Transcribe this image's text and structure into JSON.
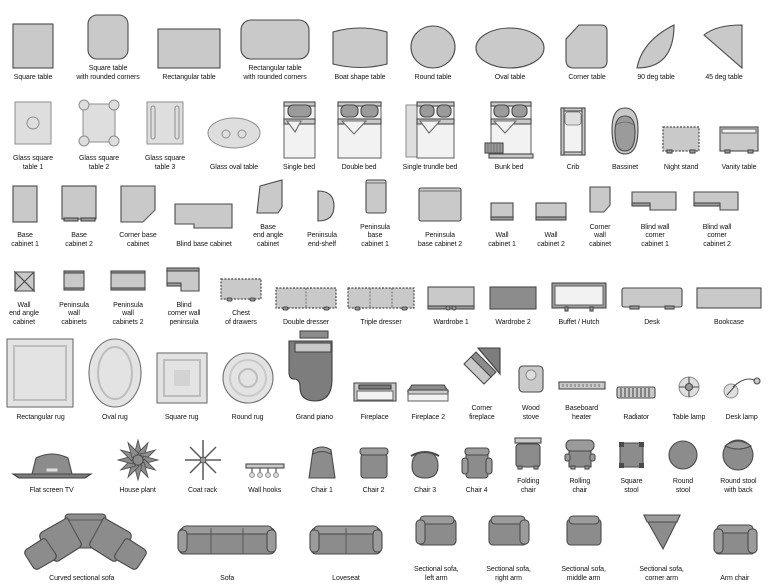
{
  "document": {
    "title": "Floor plan furniture symbol library",
    "type": "symbol-sheet",
    "background_color": "#ffffff",
    "shape_fill": "#c9c9c9",
    "shape_stroke": "#4a4a4a",
    "label_color": "#141414"
  },
  "rows": [
    {
      "name": "tables",
      "items": [
        {
          "label": "Square table",
          "icon": "square-table-icon"
        },
        {
          "label": "Square table\nwith rounded corners",
          "icon": "square-table-rounded-icon"
        },
        {
          "label": "Rectangular table",
          "icon": "rectangular-table-icon"
        },
        {
          "label": "Rectangular table\nwith rounded corners",
          "icon": "rectangular-table-rounded-icon"
        },
        {
          "label": "Boat shape table",
          "icon": "boat-shape-table-icon"
        },
        {
          "label": "Round table",
          "icon": "round-table-icon"
        },
        {
          "label": "Oval table",
          "icon": "oval-table-icon"
        },
        {
          "label": "Corner table",
          "icon": "corner-table-icon"
        },
        {
          "label": "90 deg table",
          "icon": "90-deg-table-icon"
        },
        {
          "label": "45 deg table",
          "icon": "45-deg-table-icon"
        }
      ]
    },
    {
      "name": "glass-tables-and-beds",
      "items": [
        {
          "label": "Glass square\ntable 1",
          "icon": "glass-square-table-1-icon"
        },
        {
          "label": "Glass square\ntable 2",
          "icon": "glass-square-table-2-icon"
        },
        {
          "label": "Glass square\ntable 3",
          "icon": "glass-square-table-3-icon"
        },
        {
          "label": "Glass oval table",
          "icon": "glass-oval-table-icon"
        },
        {
          "label": "Single bed",
          "icon": "single-bed-icon"
        },
        {
          "label": "Double bed",
          "icon": "double-bed-icon"
        },
        {
          "label": "Single trundle bed",
          "icon": "single-trundle-bed-icon"
        },
        {
          "label": "Bunk bed",
          "icon": "bunk-bed-icon"
        },
        {
          "label": "Crib",
          "icon": "crib-icon"
        },
        {
          "label": "Bassinet",
          "icon": "bassinet-icon"
        },
        {
          "label": "Night stand",
          "icon": "night-stand-icon"
        },
        {
          "label": "Vanity table",
          "icon": "vanity-table-icon"
        }
      ]
    },
    {
      "name": "cabinets",
      "items": [
        {
          "label": "Base\ncabinet 1",
          "icon": "base-cabinet-1-icon"
        },
        {
          "label": "Base\ncabinet 2",
          "icon": "base-cabinet-2-icon"
        },
        {
          "label": "Corner base\ncabinet",
          "icon": "corner-base-cabinet-icon"
        },
        {
          "label": "Blind base cabinet",
          "icon": "blind-base-cabinet-icon"
        },
        {
          "label": "Base\nend angle\ncabinet",
          "icon": "base-end-angle-cabinet-icon"
        },
        {
          "label": "Peninsula\nend-shelf",
          "icon": "peninsula-end-shelf-icon"
        },
        {
          "label": "Peninsula\nbase\ncabinet 1",
          "icon": "peninsula-base-cabinet-1-icon"
        },
        {
          "label": "Peninsula\nbase cabinet 2",
          "icon": "peninsula-base-cabinet-2-icon"
        },
        {
          "label": "Wall\ncabinet 1",
          "icon": "wall-cabinet-1-icon"
        },
        {
          "label": "Wall\ncabinet 2",
          "icon": "wall-cabinet-2-icon"
        },
        {
          "label": "Corner\nwall\ncabinet",
          "icon": "corner-wall-cabinet-icon"
        },
        {
          "label": "Blind wall\ncorner\ncabinet 1",
          "icon": "blind-wall-corner-cabinet-1-icon"
        },
        {
          "label": "Blind wall\ncorner\ncabinet 2",
          "icon": "blind-wall-corner-cabinet-2-icon"
        }
      ]
    },
    {
      "name": "wall-cabinets-and-storage",
      "items": [
        {
          "label": "Wall\nend angle\ncabinet",
          "icon": "wall-end-angle-cabinet-icon"
        },
        {
          "label": "Peninsula\nwall\ncabinets",
          "icon": "peninsula-wall-cabinets-icon"
        },
        {
          "label": "Peninsula\nwall\ncabinets 2",
          "icon": "peninsula-wall-cabinets-2-icon"
        },
        {
          "label": "Blind\ncorner wall\npeninsula",
          "icon": "blind-corner-wall-peninsula-icon"
        },
        {
          "label": "Chest\nof drawers",
          "icon": "chest-of-drawers-icon"
        },
        {
          "label": "Double dresser",
          "icon": "double-dresser-icon"
        },
        {
          "label": "Triple dresser",
          "icon": "triple-dresser-icon"
        },
        {
          "label": "Wardrobe 1",
          "icon": "wardrobe-1-icon"
        },
        {
          "label": "Wardrobe 2",
          "icon": "wardrobe-2-icon"
        },
        {
          "label": "Buffet / Hutch",
          "icon": "buffet-hutch-icon"
        },
        {
          "label": "Desk",
          "icon": "desk-icon"
        },
        {
          "label": "Bookcase",
          "icon": "bookcase-icon"
        }
      ]
    },
    {
      "name": "rugs-piano-fireplaces",
      "items": [
        {
          "label": "Rectangular rug",
          "icon": "rectangular-rug-icon"
        },
        {
          "label": "Oval rug",
          "icon": "oval-rug-icon"
        },
        {
          "label": "Square rug",
          "icon": "square-rug-icon"
        },
        {
          "label": "Round rug",
          "icon": "round-rug-icon"
        },
        {
          "label": "Grand piano",
          "icon": "grand-piano-icon"
        },
        {
          "label": "Fireplace",
          "icon": "fireplace-icon"
        },
        {
          "label": "Fireplace 2",
          "icon": "fireplace-2-icon"
        },
        {
          "label": "Corner\nfireplace",
          "icon": "corner-fireplace-icon"
        },
        {
          "label": "Wood\nstove",
          "icon": "wood-stove-icon"
        },
        {
          "label": "Baseboard\nheater",
          "icon": "baseboard-heater-icon"
        },
        {
          "label": "Radiator",
          "icon": "radiator-icon"
        },
        {
          "label": "Table lamp",
          "icon": "table-lamp-icon"
        },
        {
          "label": "Desk lamp",
          "icon": "desk-lamp-icon"
        }
      ]
    },
    {
      "name": "tv-chairs-stools",
      "items": [
        {
          "label": "Flat screen TV",
          "icon": "flat-screen-tv-icon"
        },
        {
          "label": "House plant",
          "icon": "house-plant-icon"
        },
        {
          "label": "Coat rack",
          "icon": "coat-rack-icon"
        },
        {
          "label": "Wall hooks",
          "icon": "wall-hooks-icon"
        },
        {
          "label": "Chair 1",
          "icon": "chair-1-icon"
        },
        {
          "label": "Chair 2",
          "icon": "chair-2-icon"
        },
        {
          "label": "Chair 3",
          "icon": "chair-3-icon"
        },
        {
          "label": "Chair 4",
          "icon": "chair-4-icon"
        },
        {
          "label": "Folding\nchair",
          "icon": "folding-chair-icon"
        },
        {
          "label": "Rolling\nchair",
          "icon": "rolling-chair-icon"
        },
        {
          "label": "Square\nstool",
          "icon": "square-stool-icon"
        },
        {
          "label": "Round\nstool",
          "icon": "round-stool-icon"
        },
        {
          "label": "Round stool\nwith back",
          "icon": "round-stool-with-back-icon"
        }
      ]
    },
    {
      "name": "sofas",
      "items": [
        {
          "label": "Curved sectional sofa",
          "icon": "curved-sectional-sofa-icon"
        },
        {
          "label": "Sofa",
          "icon": "sofa-icon"
        },
        {
          "label": "Loveseat",
          "icon": "loveseat-icon"
        },
        {
          "label": "Sectional sofa,\nleft arm",
          "icon": "sectional-sofa-left-arm-icon"
        },
        {
          "label": "Sectional sofa,\nright arm",
          "icon": "sectional-sofa-right-arm-icon"
        },
        {
          "label": "Sectional sofa,\nmiddle arm",
          "icon": "sectional-sofa-middle-arm-icon"
        },
        {
          "label": "Sectional sofa,\ncorner arm",
          "icon": "sectional-sofa-corner-arm-icon"
        },
        {
          "label": "Arm chair",
          "icon": "arm-chair-icon"
        }
      ]
    }
  ]
}
